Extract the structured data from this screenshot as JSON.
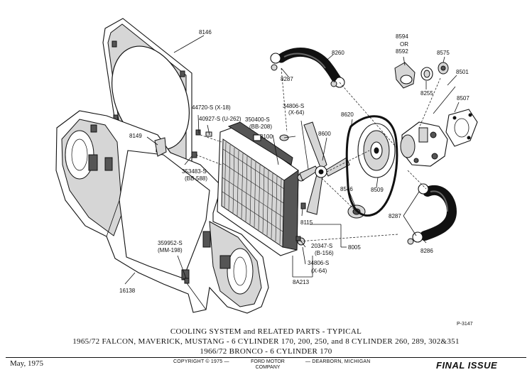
{
  "labels": {
    "p8146": "8146",
    "p8260": "8260",
    "p8287a": "8287",
    "p8594": "8594",
    "or": "OR",
    "p8592": "8592",
    "p8575": "8575",
    "p8501": "8501",
    "p8255": "8255",
    "p8507": "8507",
    "p44720": "44720-S (X-18)",
    "p40927": "40927-S (U-262)",
    "p34806a": "34806-S",
    "p34806a_sub": "(X-64)",
    "p350400": "350400-S",
    "p350400_sub": "(BB-208)",
    "p8620": "8620",
    "p8600": "8600",
    "p8100": "8100",
    "p8149": "8149",
    "p353483": "353483-S",
    "p353483_sub": "(BB-588)",
    "p8546": "8546",
    "p8509": "8509",
    "p8287b": "8287",
    "p8115": "8115",
    "p8005": "8005",
    "p20347": "20347-S",
    "p20347_sub": "(B-156)",
    "p34806b": "34806-S",
    "p34806b_sub": "(X-64)",
    "p8A213": "8A213",
    "p359952": "359952-S",
    "p359952_sub": "(MM-198)",
    "p16138": "16138",
    "p8286": "8286"
  },
  "plate_number": "P-3147",
  "caption": {
    "line1": "COOLING SYSTEM and RELATED PARTS - TYPICAL",
    "line2": "1965/72  FALCON, MAVERICK, MUSTANG - 6 CYLINDER 170, 200, 250,  and 8 CYLINDER 260, 289, 302&351",
    "line3": "1966/72  BRONCO - 6 CYLINDER 170"
  },
  "footer": {
    "date": "May, 1975",
    "copyright": "COPYRIGHT © 1975 —",
    "company_line1": "FORD MOTOR",
    "company_line2": "COMPANY",
    "city": "— DEARBORN, MICHIGAN",
    "status": "FINAL ISSUE"
  }
}
